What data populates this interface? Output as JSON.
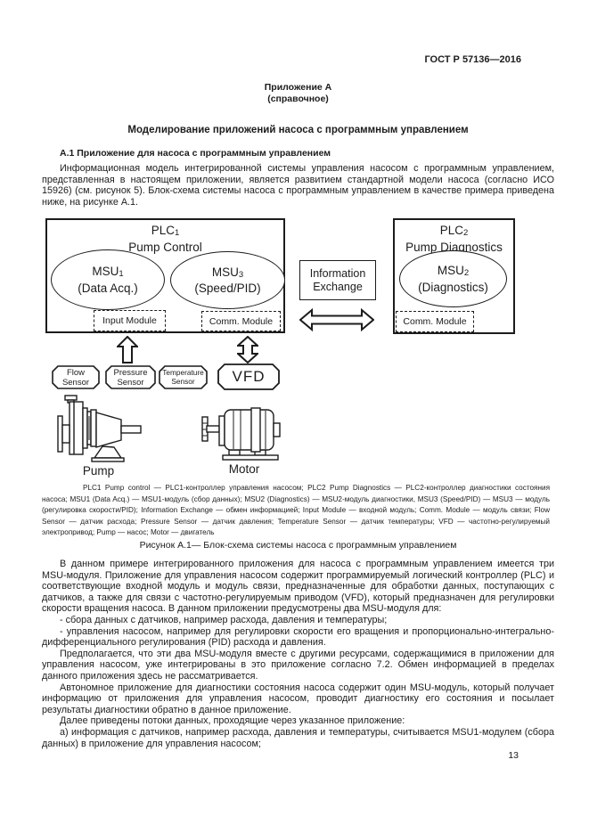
{
  "page": {
    "header": "ГОСТ Р 57136—2016",
    "number": "13"
  },
  "appendix": {
    "line1": "Приложение А",
    "line2": "(справочное)"
  },
  "doc_title": "Моделирование приложений насоса с программным управлением",
  "section_heading": "А.1 Приложение для насоса с программным управлением",
  "intro_paragraph": "Информационная модель интегрированной системы управления насосом с программным управлением, представленная в настоящем приложении, является развитием стандартной модели насоса (согласно ИСО 15926) (см. рисунок 5). Блок-схема системы насоса с программным управлением в качестве примера приведена ниже, на рисунке А.1.",
  "diagram": {
    "plc1": {
      "name": "PLC",
      "sub": "1",
      "subtitle": "Pump Control"
    },
    "msu1": {
      "name": "MSU",
      "sub": "1",
      "desc": "(Data Acq.)"
    },
    "msu3": {
      "name": "MSU",
      "sub": "3",
      "desc": "(Speed/PID)"
    },
    "input_module": "Input Module",
    "comm_module1": "Comm. Module",
    "info_exchange": {
      "line1": "Information",
      "line2": "Exchange"
    },
    "plc2": {
      "name": "PLC",
      "sub": "2",
      "subtitle": "Pump Diagnostics"
    },
    "msu2": {
      "name": "MSU",
      "sub": "2",
      "desc": "(Diagnostics)"
    },
    "comm_module2": "Comm. Module",
    "flow_sensor": {
      "line1": "Flow",
      "line2": "Sensor"
    },
    "pressure_sensor": {
      "line1": "Pressure",
      "line2": "Sensor"
    },
    "temperature_sensor": {
      "line1": "Temperature",
      "line2": "Sensor"
    },
    "vfd": "VFD",
    "pump_label": "Pump",
    "motor_label": "Motor"
  },
  "legend": "PLC1 Pump control — PLC1-контроллер управления насосом; PLC2 Pump Diagnostics — PLC2-контроллер диагностики состояния насоса; MSU1 (Data Acq.) — MSU1-модуль (сбор данных); MSU2 (Diagnostics) — MSU2-модуль диагностики, MSU3 (Speed/PID) — MSU3 — модуль (регулировка скорости/PID); Information Exchange — обмен информацией; Input Module — входной модуль; Comm. Module — модуль связи; Flow Sensor — датчик расхода; Pressure Sensor — датчик давления; Temperature Sensor — датчик температуры; VFD — частотно-регулируемый электропривод; Pump — насос; Motor — двигатель",
  "figure_caption": "Рисунок А.1— Блок-схема системы насоса с программным управлением",
  "body_paragraphs": {
    "p1": "В данном примере интегрированного приложения для насоса с программным управлением имеется три MSU-модуля. Приложение для управления насосом содержит программируемый логический контроллер (PLC) и соответствующие входной модуль и модуль связи, предназначенные для обработки данных, поступающих с датчиков, а также для связи с частотно-регулируемым приводом (VFD), который предназначен для регулировки скорости вращения насоса. В данном приложении предусмотрены два MSU-модуля для:",
    "b1": "- сбора данных с датчиков, например расхода, давления и температуры;",
    "b2": "- управления насосом, например для регулировки скорости его вращения и пропорционально-интегрально-дифференциального регулирования (PID) расхода и давления.",
    "p2": "Предполагается, что эти два MSU-модуля вместе с другими ресурсами, содержащимися в приложении для управления насосом, уже интегрированы в это приложение согласно 7.2. Обмен информацией в пределах данного приложения здесь не рассматривается.",
    "p3": "Автономное приложение для диагностики состояния насоса содержит один MSU-модуль, который получает информацию от приложения для управления насосом, проводит диагностику его состояния и посылает результаты диагностики обратно в данное приложение.",
    "p4": "Далее приведены потоки данных, проходящие через указанное приложение:",
    "p5": "а) информация с датчиков, например расхода, давления и температуры, считывается MSU1-модулем (сбора данных) в приложение для управления насосом;"
  }
}
